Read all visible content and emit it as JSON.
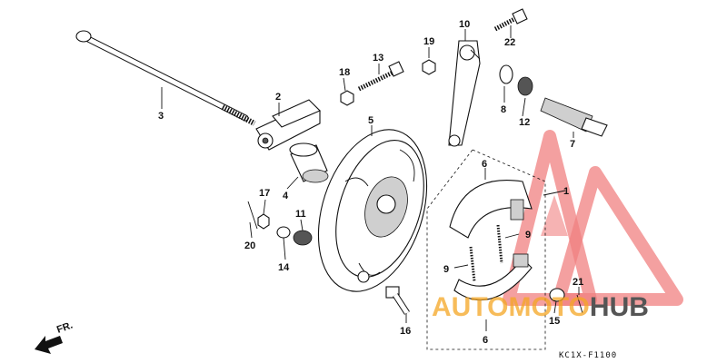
{
  "callouts": [
    {
      "id": "1",
      "text": "1"
    },
    {
      "id": "2",
      "text": "2"
    },
    {
      "id": "3",
      "text": "3"
    },
    {
      "id": "4",
      "text": "4"
    },
    {
      "id": "5",
      "text": "5"
    },
    {
      "id": "6a",
      "text": "6"
    },
    {
      "id": "6b",
      "text": "6"
    },
    {
      "id": "7",
      "text": "7"
    },
    {
      "id": "8",
      "text": "8"
    },
    {
      "id": "9a",
      "text": "9"
    },
    {
      "id": "9b",
      "text": "9"
    },
    {
      "id": "10",
      "text": "10"
    },
    {
      "id": "11",
      "text": "11"
    },
    {
      "id": "12",
      "text": "12"
    },
    {
      "id": "13",
      "text": "13"
    },
    {
      "id": "14",
      "text": "14"
    },
    {
      "id": "15",
      "text": "15"
    },
    {
      "id": "16",
      "text": "16"
    },
    {
      "id": "17",
      "text": "17"
    },
    {
      "id": "18",
      "text": "18"
    },
    {
      "id": "19",
      "text": "19"
    },
    {
      "id": "20",
      "text": "20"
    },
    {
      "id": "21",
      "text": "21"
    },
    {
      "id": "22",
      "text": "22"
    }
  ],
  "direction_label": "FR.",
  "diagram_code": "KC1X-F1100",
  "watermark": {
    "part1": "AUTOMOTO",
    "part2": "HUB",
    "color_primary": "#f08080",
    "color_secondary": "#555555",
    "color_accent": "#f5a623"
  }
}
